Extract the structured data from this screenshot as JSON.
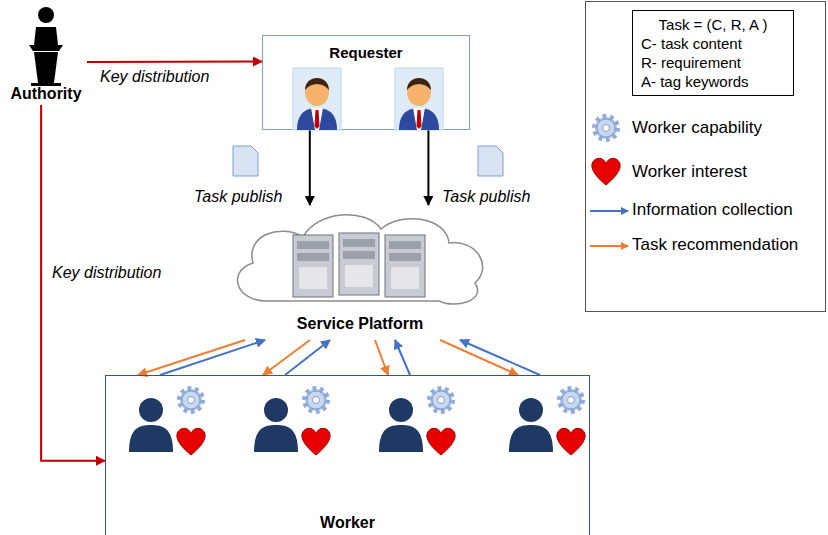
{
  "diagram": {
    "nodes": [
      {
        "text": [
          "Authority"
        ]
      },
      {
        "text": [
          "Requester"
        ]
      },
      {
        "text": [
          "Task = (C, R, A )",
          "C- task content",
          "R- requirement",
          "A- tag keywords"
        ]
      },
      {
        "text": [
          "Service Platform"
        ]
      },
      {
        "text": [
          "Worker"
        ]
      }
    ],
    "edges": [
      {
        "from": 0,
        "to": 1,
        "label": "Key distribution",
        "arrow": "to"
      },
      {
        "from": 0,
        "to": 4,
        "label": "Key distribution",
        "arrow": "to"
      },
      {
        "from": 1,
        "to": 3,
        "label": "Task publish",
        "arrow": "to"
      },
      {
        "from": 1,
        "to": 3,
        "label": "Task publish",
        "arrow": "to"
      },
      {
        "from": 4,
        "to": 3,
        "arrow": "to"
      },
      {
        "from": 4,
        "to": 3,
        "arrow": "to"
      },
      {
        "from": 4,
        "to": 3,
        "arrow": "to"
      },
      {
        "from": 4,
        "to": 3,
        "arrow": "to"
      },
      {
        "from": 3,
        "to": 4,
        "arrow": "to"
      },
      {
        "from": 3,
        "to": 4,
        "arrow": "to"
      },
      {
        "from": 3,
        "to": 4,
        "arrow": "to"
      },
      {
        "from": 3,
        "to": 4,
        "arrow": "to"
      }
    ],
    "legend": [
      {
        "text": "Worker capability"
      },
      {
        "text": "Worker interest"
      },
      {
        "text": "Information collection"
      },
      {
        "text": "Task recommendation"
      }
    ]
  }
}
